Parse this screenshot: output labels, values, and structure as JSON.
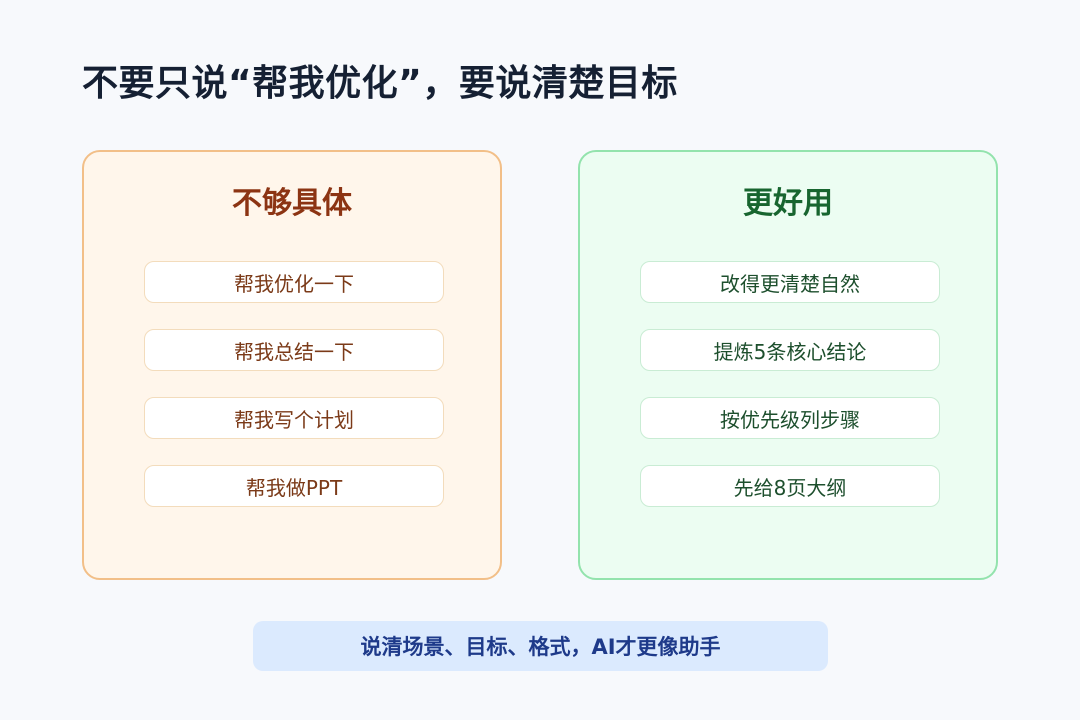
{
  "title": "不要只说“帮我优化”，要说清楚目标",
  "left_panel": {
    "heading": "不够具体",
    "items": [
      "帮我优化一下",
      "帮我总结一下",
      "帮我写个计划",
      "帮我做PPT"
    ]
  },
  "right_panel": {
    "heading": "更好用",
    "items": [
      "改得更清楚自然",
      "提炼5条核心结论",
      "按优先级列步骤",
      "先给8页大纲"
    ]
  },
  "footer": "说清场景、目标、格式，AI才更像助手",
  "colors": {
    "left_accent": "#8c3413",
    "left_bg": "#fff6eb",
    "right_accent": "#17652f",
    "right_bg": "#ecfdf2",
    "footer_bg": "#dbeafe",
    "footer_text": "#1e3a8a"
  }
}
